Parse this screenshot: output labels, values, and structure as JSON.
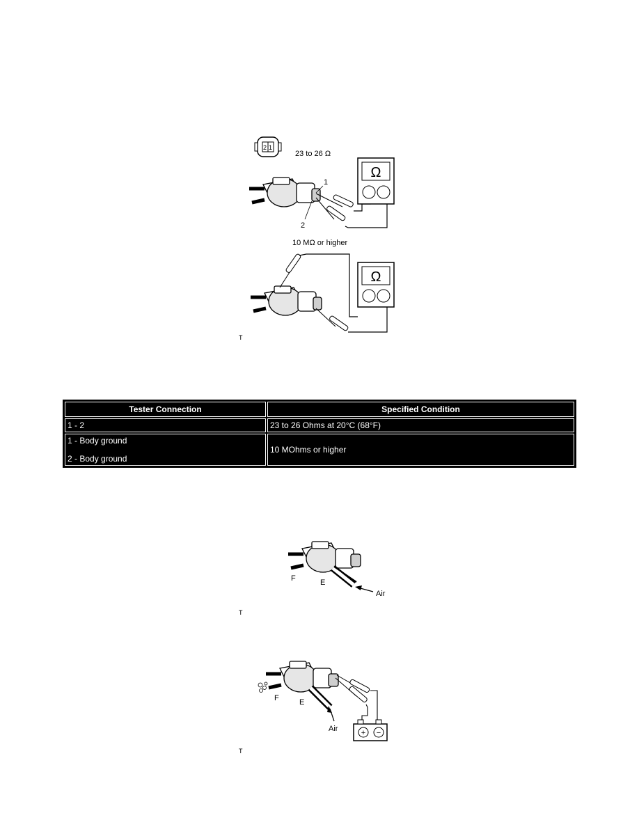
{
  "figure1": {
    "connector_pins": [
      "2",
      "1"
    ],
    "spec_resistance": "23 to 26 Ω",
    "pin_callouts": [
      "1",
      "2"
    ],
    "meter_symbol": "Ω",
    "spec_insulation": "10 MΩ or higher",
    "mark": "T"
  },
  "table": {
    "headers": [
      "Tester Connection",
      "Specified Condition"
    ],
    "rows": [
      {
        "connection": [
          "1 - 2"
        ],
        "condition": "23 to 26 Ohms at 20°C (68°F)"
      },
      {
        "connection": [
          "1 - Body ground",
          "2 - Body ground"
        ],
        "condition": "10 MOhms or higher"
      }
    ]
  },
  "figure2": {
    "port_labels": [
      "F",
      "E"
    ],
    "air_label": "Air",
    "mark": "T"
  },
  "figure3": {
    "port_labels": [
      "F",
      "E"
    ],
    "air_label": "Air",
    "battery_terminals": [
      "+",
      "−"
    ],
    "mark": "T"
  }
}
